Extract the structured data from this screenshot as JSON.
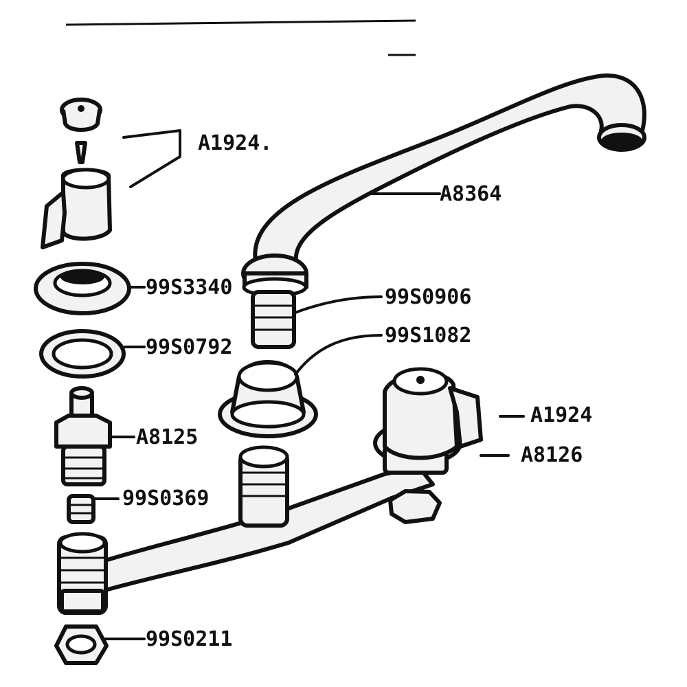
{
  "labels": {
    "handle_left": "A1924.",
    "spout": "A8364",
    "escutcheon_left": "99S3340",
    "washer_left": "99S0792",
    "spout_nipple": "99S0906",
    "spout_escutcheon": "99S1082",
    "cartridge": "A8125",
    "handle_right": "A1924",
    "valve_right": "A8126",
    "seat": "99S0369",
    "nut": "99S0211"
  }
}
